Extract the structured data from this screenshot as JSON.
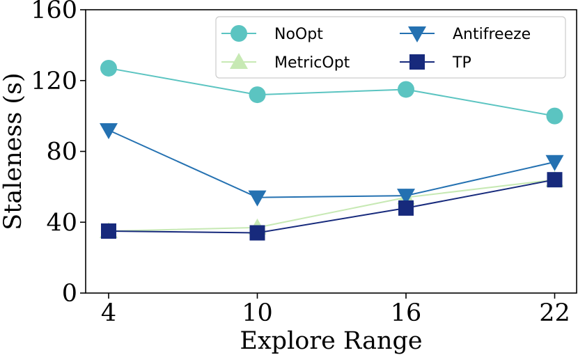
{
  "chart_data": {
    "type": "line",
    "xlabel": "Explore Range",
    "ylabel": "Staleness (s)",
    "categories": [
      "4",
      "10",
      "16",
      "22"
    ],
    "ylim": [
      0,
      160
    ],
    "yticks": [
      0,
      40,
      80,
      120,
      160
    ],
    "grid": false,
    "legend_position": "top-right",
    "series": [
      {
        "name": "NoOpt",
        "marker": "circle",
        "color": "#5bc4c1",
        "values": [
          127,
          112,
          115,
          100
        ]
      },
      {
        "name": "MetricOpt",
        "marker": "triangle-up",
        "color": "#c7e9b4",
        "values": [
          35,
          37,
          54,
          64
        ]
      },
      {
        "name": "Antifreeze",
        "marker": "triangle-down",
        "color": "#2471b1",
        "values": [
          92,
          54,
          55,
          74
        ]
      },
      {
        "name": "TP",
        "marker": "square",
        "color": "#172a7c",
        "values": [
          35,
          34,
          48,
          64
        ]
      }
    ]
  }
}
